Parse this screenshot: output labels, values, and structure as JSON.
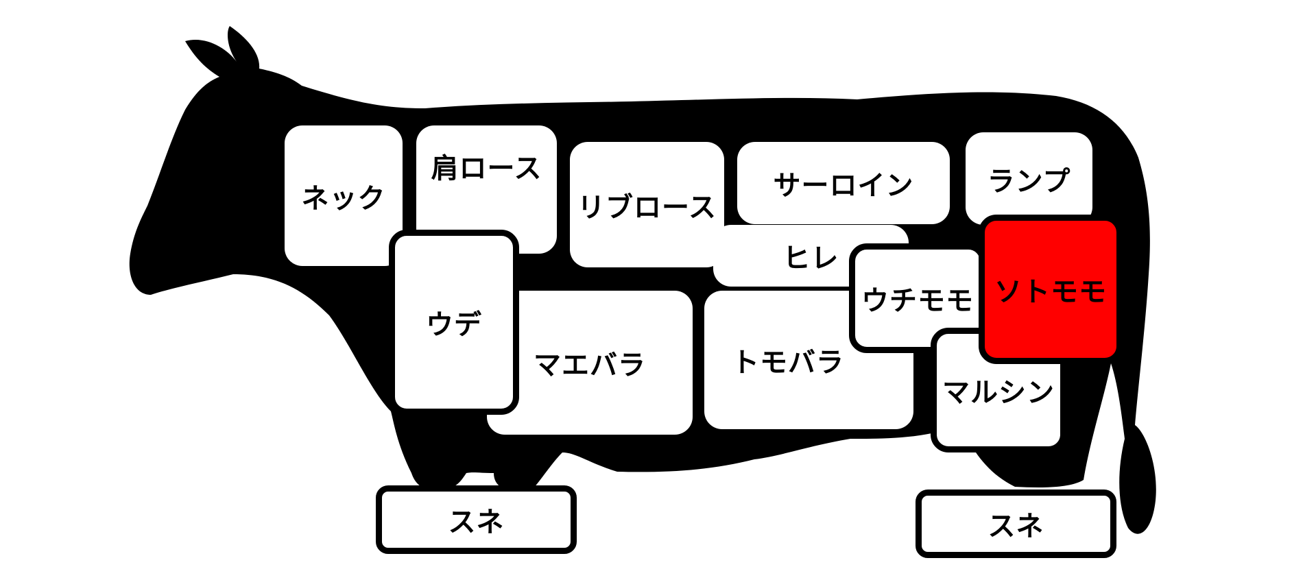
{
  "colors": {
    "silhouette": "#000000",
    "cut_fill": "#ffffff",
    "selected_fill": "#ff0000"
  },
  "selected": "ソトモモ",
  "cuts": {
    "neck": "ネック",
    "kata_loin": "肩ロース",
    "rib_loin": "リブロース",
    "sirloin": "サーロイン",
    "rump": "ランプ",
    "hire": "ヒレ",
    "ude": "ウデ",
    "mae_bara": "マエバラ",
    "tomo_bara": "トモバラ",
    "uchi_momo": "ウチモモ",
    "soto_momo": "ソトモモ",
    "marushin": "マルシン",
    "sune_front": "スネ",
    "sune_rear": "スネ"
  }
}
